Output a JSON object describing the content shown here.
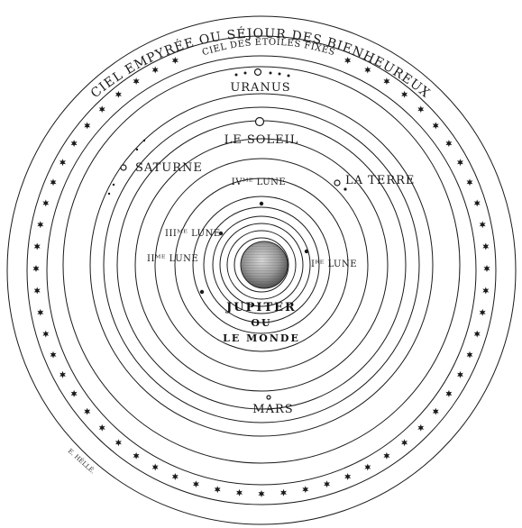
{
  "labels": {
    "outer_heaven": "CIEL EMPYRÉE OU SÉJOUR DES BIENHEUREUX",
    "fixed_stars": "CIEL DES ÉTOILES FIXES",
    "uranus": "URANUS",
    "sun": "LE SOLEIL",
    "saturn": "SATURNE",
    "earth": "LA TERRE",
    "moon_4": "IVᴹᴱ LUNE",
    "moon_3": "IIIᴹᴱ LUNE",
    "moon_1": "Iᴿᴱ LUNE",
    "moon_2": "IIᴹᴱ LUNE",
    "jupiter": "JUPITER",
    "ou": "OU",
    "le_monde": "LE MONDE",
    "mars": "MARS",
    "signature": "E. HÉLLÉ."
  },
  "colors": {
    "ink": "#1a1a1a",
    "paper": "#ffffff",
    "planet_shade": "#9a9a9a"
  },
  "icons": {
    "star": "six-pointed-star",
    "planet": "open-circle"
  }
}
